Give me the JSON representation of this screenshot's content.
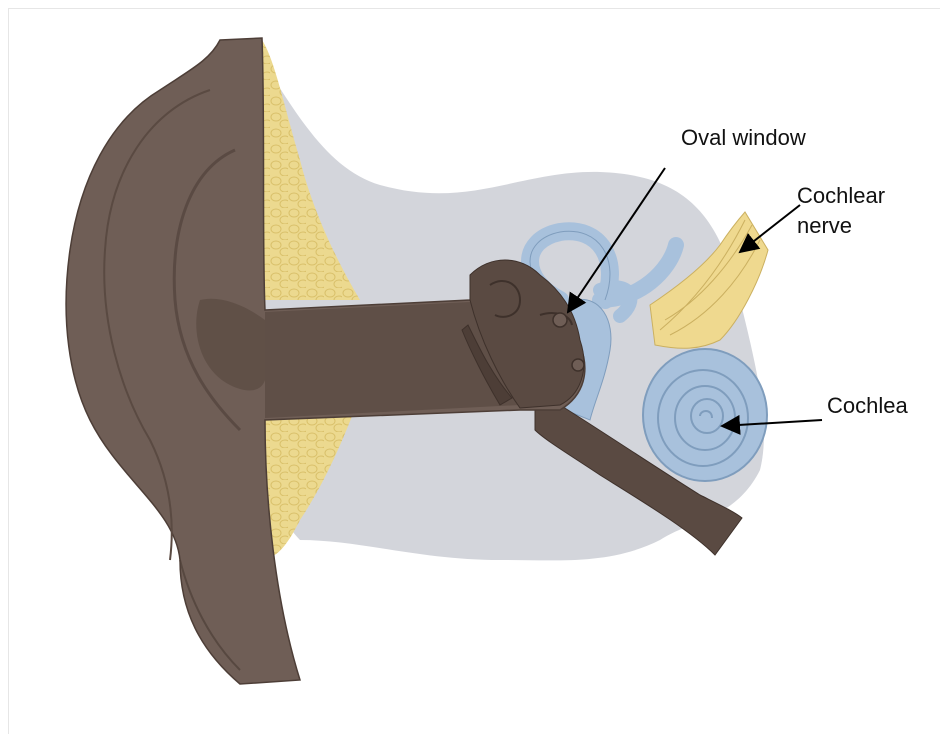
{
  "labels": {
    "oval_window": "Oval window",
    "cochlear_nerve_line1": "Cochlear",
    "cochlear_nerve_line2": "nerve",
    "cochlea": "Cochlea"
  },
  "colors": {
    "background": "#ffffff",
    "skull_region": "#d3d5db",
    "skin": "#6f5e56",
    "skin_dark": "#5a4a42",
    "skin_shadow": "#4d3e37",
    "fat": "#ecd98f",
    "fat_cells": "#d9c06a",
    "inner_ear": "#a8c1dc",
    "inner_ear_dark": "#7f9dbd",
    "nerve": "#efd98f",
    "nerve_lines": "#cbb060",
    "arrow": "#000000"
  }
}
